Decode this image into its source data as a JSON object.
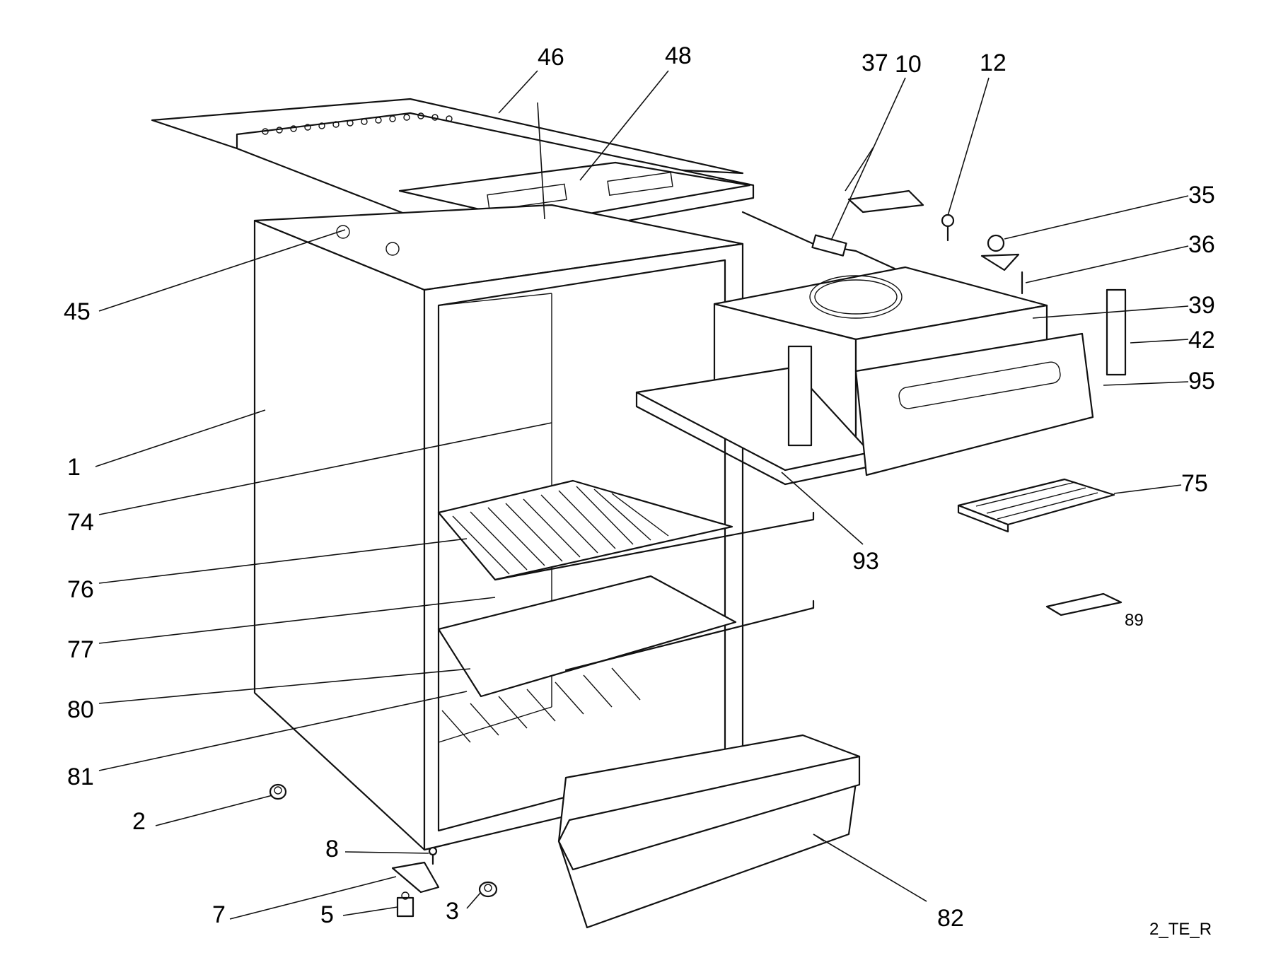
{
  "labels": {
    "p1": "1",
    "p2": "2",
    "p3": "3",
    "p5": "5",
    "p7": "7",
    "p8": "8",
    "p10": "10",
    "p12": "12",
    "p35": "35",
    "p36": "36",
    "p37": "37",
    "p39": "39",
    "p42": "42",
    "p45": "45",
    "p46": "46",
    "p48": "48",
    "p74": "74",
    "p75": "75",
    "p76": "76",
    "p77": "77",
    "p80": "80",
    "p81": "81",
    "p82": "82",
    "p89": "89",
    "p93": "93",
    "p95": "95"
  },
  "drawing_code": "2_TE_R"
}
